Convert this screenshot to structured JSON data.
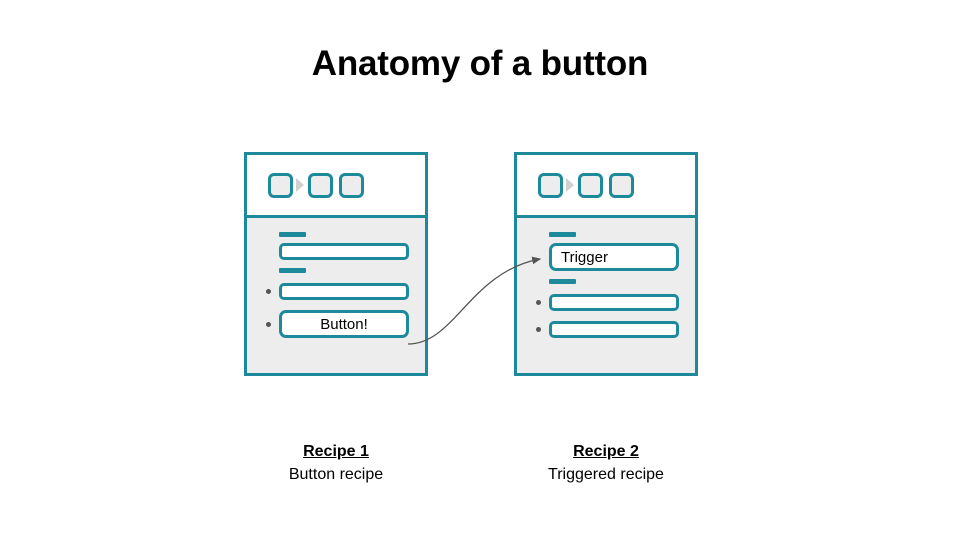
{
  "slide": {
    "title": "Anatomy of a button",
    "background_color": "#ffffff",
    "accent_color": "#1d8a9b",
    "body_fill_color": "#ededed",
    "bullet_color": "#555555",
    "connector_color": "#555555"
  },
  "cards": [
    {
      "id": "recipe-1",
      "header": {
        "icons": [
          "square-icon",
          "square-icon",
          "square-icon"
        ],
        "separator": "caret-right-icon"
      },
      "rows": [
        {
          "type": "dash-label"
        },
        {
          "type": "field",
          "bulleted": false,
          "emphasis": false,
          "text": ""
        },
        {
          "type": "dash-label"
        },
        {
          "type": "field",
          "bulleted": true,
          "emphasis": false,
          "text": ""
        },
        {
          "type": "field",
          "bulleted": true,
          "emphasis": true,
          "align": "center",
          "text": "Button!"
        }
      ]
    },
    {
      "id": "recipe-2",
      "header": {
        "icons": [
          "square-icon",
          "square-icon",
          "square-icon"
        ],
        "separator": "caret-right-icon"
      },
      "rows": [
        {
          "type": "dash-label"
        },
        {
          "type": "field",
          "bulleted": false,
          "emphasis": true,
          "align": "left",
          "text": "Trigger"
        },
        {
          "type": "dash-label"
        },
        {
          "type": "field",
          "bulleted": true,
          "emphasis": false,
          "text": ""
        },
        {
          "type": "field",
          "bulleted": true,
          "emphasis": false,
          "text": ""
        }
      ]
    }
  ],
  "connector": {
    "name": "button-to-trigger-arrow",
    "from": "Button!",
    "to": "Trigger",
    "arrowhead": "end"
  },
  "captions": [
    {
      "title": "Recipe 1",
      "subtitle": "Button recipe"
    },
    {
      "title": "Recipe 2",
      "subtitle": "Triggered recipe"
    }
  ]
}
